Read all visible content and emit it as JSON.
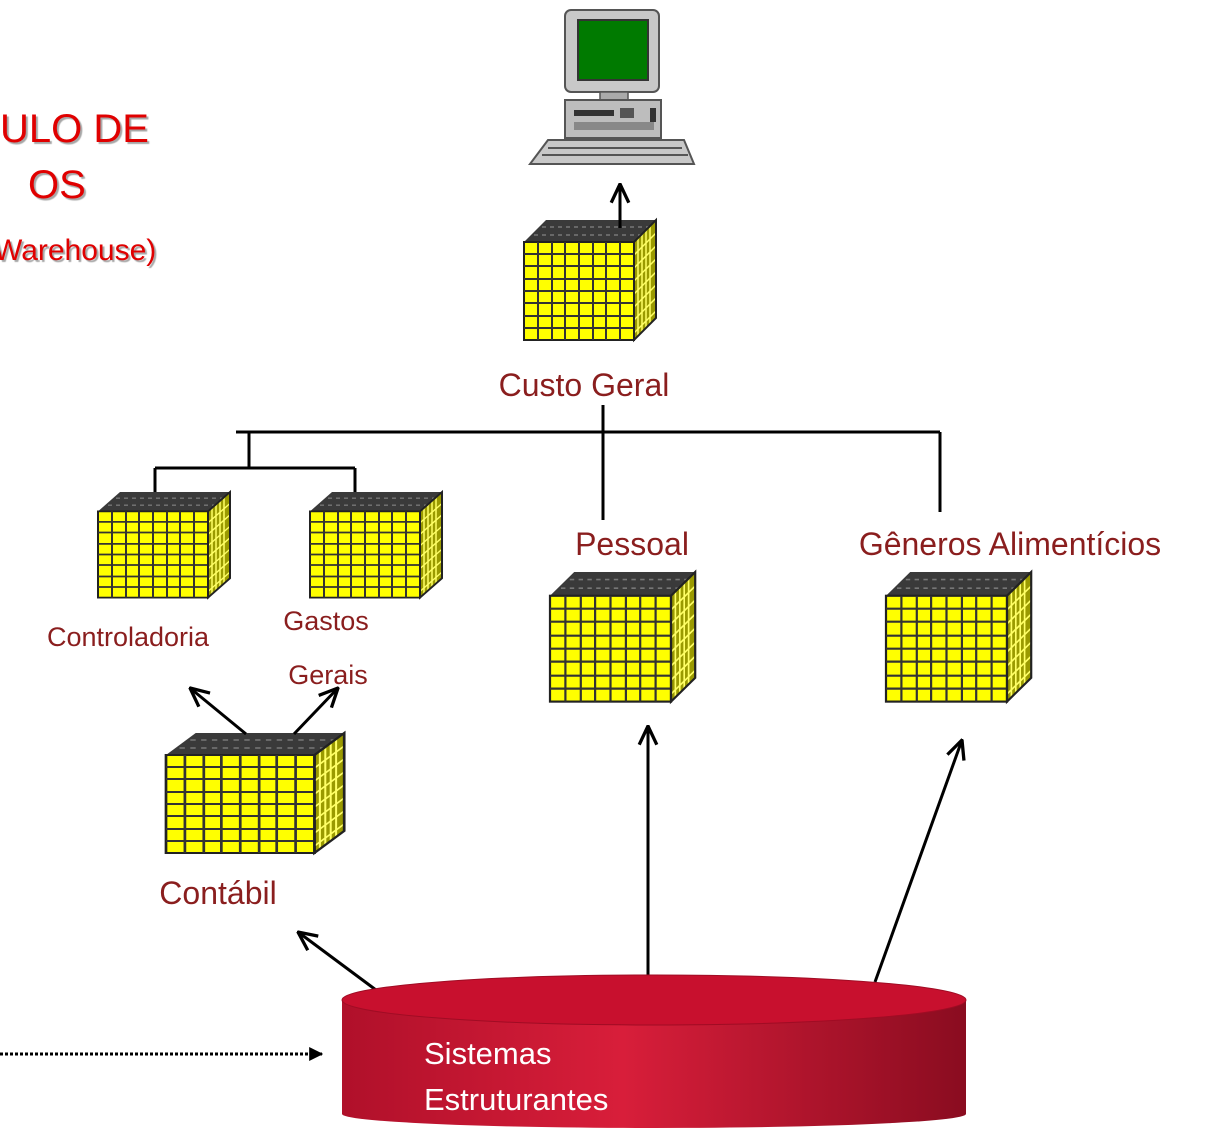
{
  "title": {
    "line1": "ULO DE",
    "line2": "OS",
    "line3": "Warehouse)"
  },
  "nodes": {
    "custo_geral": "Custo Geral",
    "controladoria": "Controladoria",
    "gastos_gerais_1": "Gastos",
    "gastos_gerais_2": "Gerais",
    "pessoal": "Pessoal",
    "generos": "Gêneros Alimentícios",
    "contabil": "Contábil",
    "sistemas_1": "Sistemas",
    "sistemas_2": "Estruturantes"
  },
  "colors": {
    "title": "#e00000",
    "label": "#8a1e1e",
    "cube_face": "#ffff00",
    "cylinder": "#c8102e"
  },
  "icons": {
    "computer": "computer-icon",
    "cube": "data-cube-icon",
    "database": "database-cylinder"
  }
}
